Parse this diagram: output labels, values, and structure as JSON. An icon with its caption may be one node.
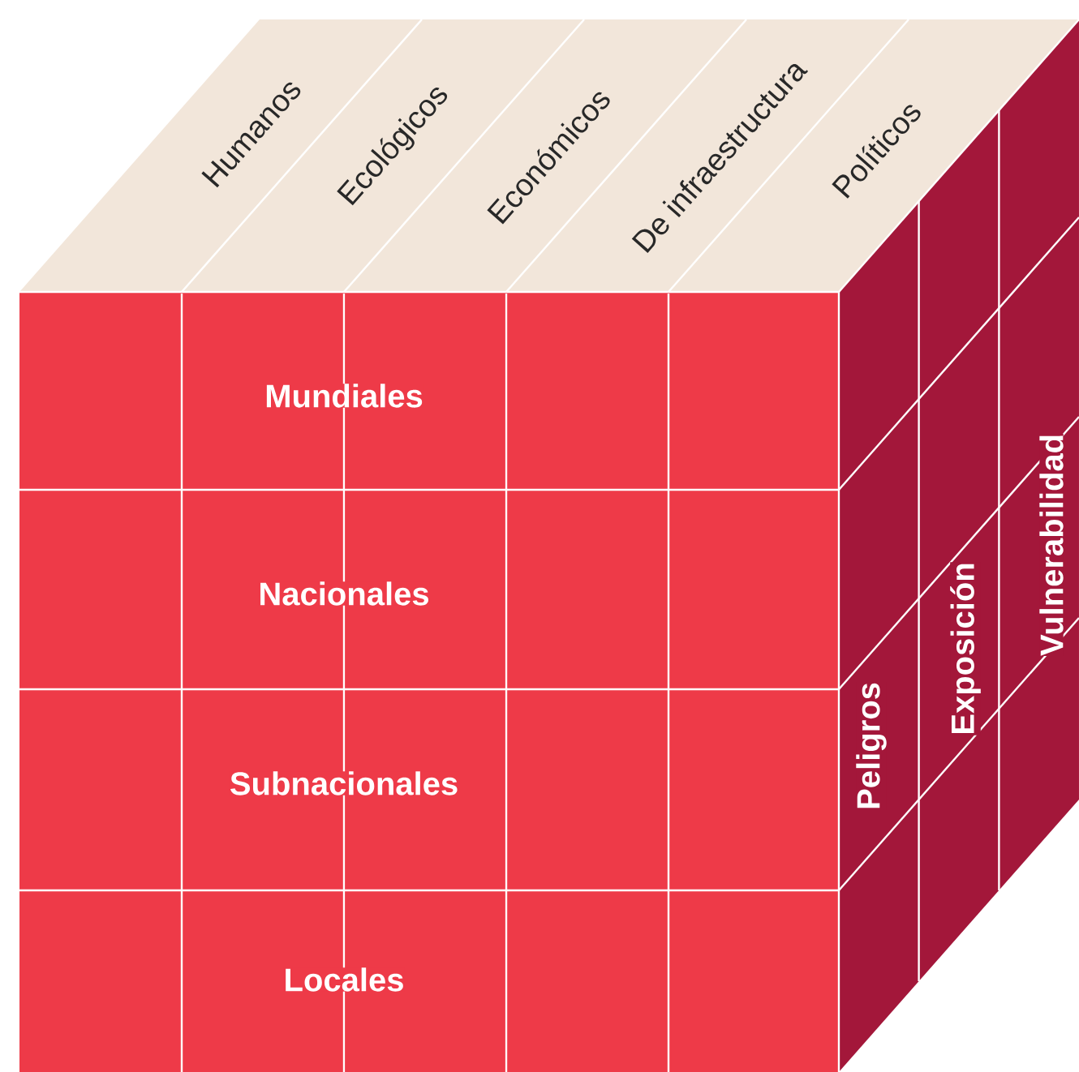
{
  "diagram": {
    "labels": [
      "Humanos",
      "Ecológicos",
      "Económicos",
      "De infraestructura",
      "Políticos",
      "Mundiales",
      "Nacionales",
      "Subnacionales",
      "Locales",
      "Peligros",
      "Exposición",
      "Vulnerabilidad"
    ]
  }
}
